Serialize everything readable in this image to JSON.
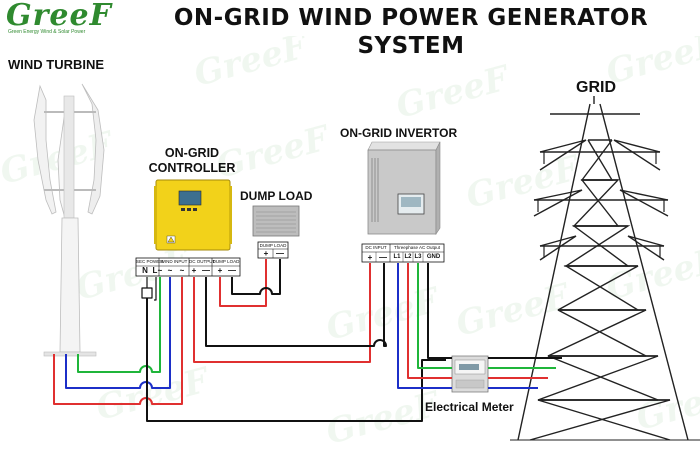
{
  "header": {
    "logo": "GreeF",
    "logo_tagline": "Green Energy Wind & Solar Power",
    "title": "ON-GRID  WIND POWER GENERATOR SYSTEM"
  },
  "labels": {
    "wind_turbine": "WIND TURBINE",
    "grid": "GRID",
    "controller": "ON-GRID CONTROLLER",
    "dump_load": "DUMP LOAD",
    "invertor": "ON-GRID INVERTOR",
    "meter": "Electrical Meter"
  },
  "controller_terminals": {
    "groups": [
      "SEC POWER",
      "WIND INPUT",
      "DC OUTPUT",
      "DUMP LOAD"
    ],
    "pins": [
      "N",
      "L",
      "~",
      "~",
      "~",
      "+",
      "—",
      "+",
      "—"
    ]
  },
  "dump_load_terminals": {
    "group": "DUMP LOAD",
    "pins": [
      "+",
      "—"
    ]
  },
  "invertor_terminals": {
    "groups": [
      "DC INPUT",
      "Threephase AC Output"
    ],
    "pins": [
      "+",
      "—",
      "L1",
      "L2",
      "L3",
      "GND"
    ]
  },
  "watermark": "GreeF",
  "colors": {
    "red": "#e03030",
    "blue": "#1c2fc8",
    "green": "#1fb53a",
    "black": "#111111",
    "controller": "#f2d21a",
    "invertor": "#c9c9c9",
    "dumpload": "#bdbdbd"
  }
}
